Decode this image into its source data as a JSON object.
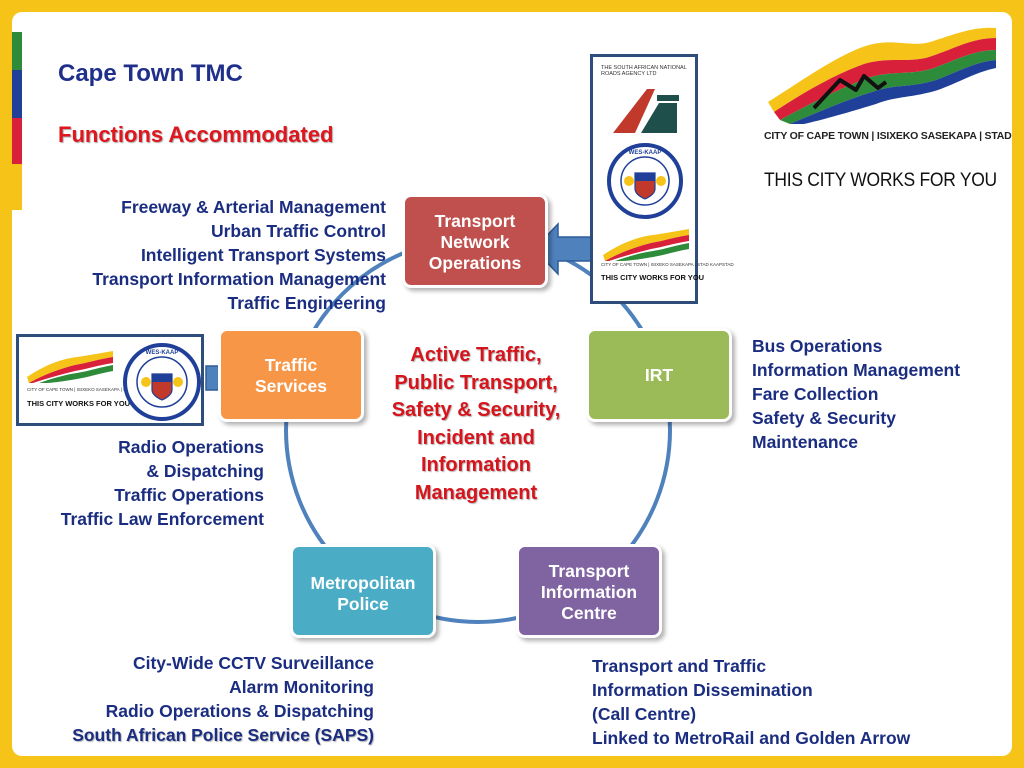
{
  "title": "Cape Town TMC",
  "subtitle": "Functions Accommodated",
  "center_text": [
    "Active Traffic,",
    "Public Transport,",
    "Safety & Security,",
    "Incident and",
    "Information",
    "Management"
  ],
  "nodes": {
    "transport_network_operations": {
      "lines": [
        "Transport",
        "Network",
        "Operations"
      ],
      "color": "#c0504d"
    },
    "irt": {
      "lines": [
        "IRT"
      ],
      "color": "#9bbb59"
    },
    "transport_information_centre": {
      "lines": [
        "Transport",
        "Information",
        "Centre"
      ],
      "color": "#8064a2"
    },
    "metropolitan_police": {
      "lines": [
        "Metropolitan",
        "Police"
      ],
      "color": "#4bacc6"
    },
    "traffic_services": {
      "lines": [
        "Traffic",
        "Services"
      ],
      "color": "#f79646"
    }
  },
  "lists": {
    "network_operations": [
      "Freeway & Arterial Management",
      "Urban Traffic Control",
      "Intelligent Transport Systems",
      "Transport Information Management",
      "Traffic Engineering"
    ],
    "irt": [
      "Bus Operations",
      "Information Management",
      "Fare Collection",
      "Safety & Security",
      "Maintenance"
    ],
    "traffic_services": [
      "Radio Operations",
      "& Dispatching",
      "Traffic Operations",
      "Traffic Law Enforcement"
    ],
    "metro_police": [
      "City-Wide CCTV Surveillance",
      "Alarm Monitoring",
      "Radio Operations & Dispatching",
      "South African Police Service (SAPS)"
    ],
    "info_centre": [
      "Transport and Traffic",
      "Information Dissemination",
      "(Call Centre)",
      "Linked to MetroRail and Golden Arrow"
    ]
  },
  "logos": {
    "city_caption": "CITY OF CAPE TOWN | ISIXEKO SASEKAPA | STAD KAAPSTAD",
    "slogan": "THIS CITY WORKS FOR YOU",
    "sanral_caption": "THE SOUTH AFRICAN NATIONAL ROADS AGENCY LTD",
    "seal_text": "WES-KAAP"
  },
  "colors": {
    "title": "#1f2f8a",
    "subtitle": "#e0161e",
    "text": "#1a2d80",
    "ring": "#4f81bd",
    "arrow": "#4f81bd",
    "border": "#f6c418"
  }
}
